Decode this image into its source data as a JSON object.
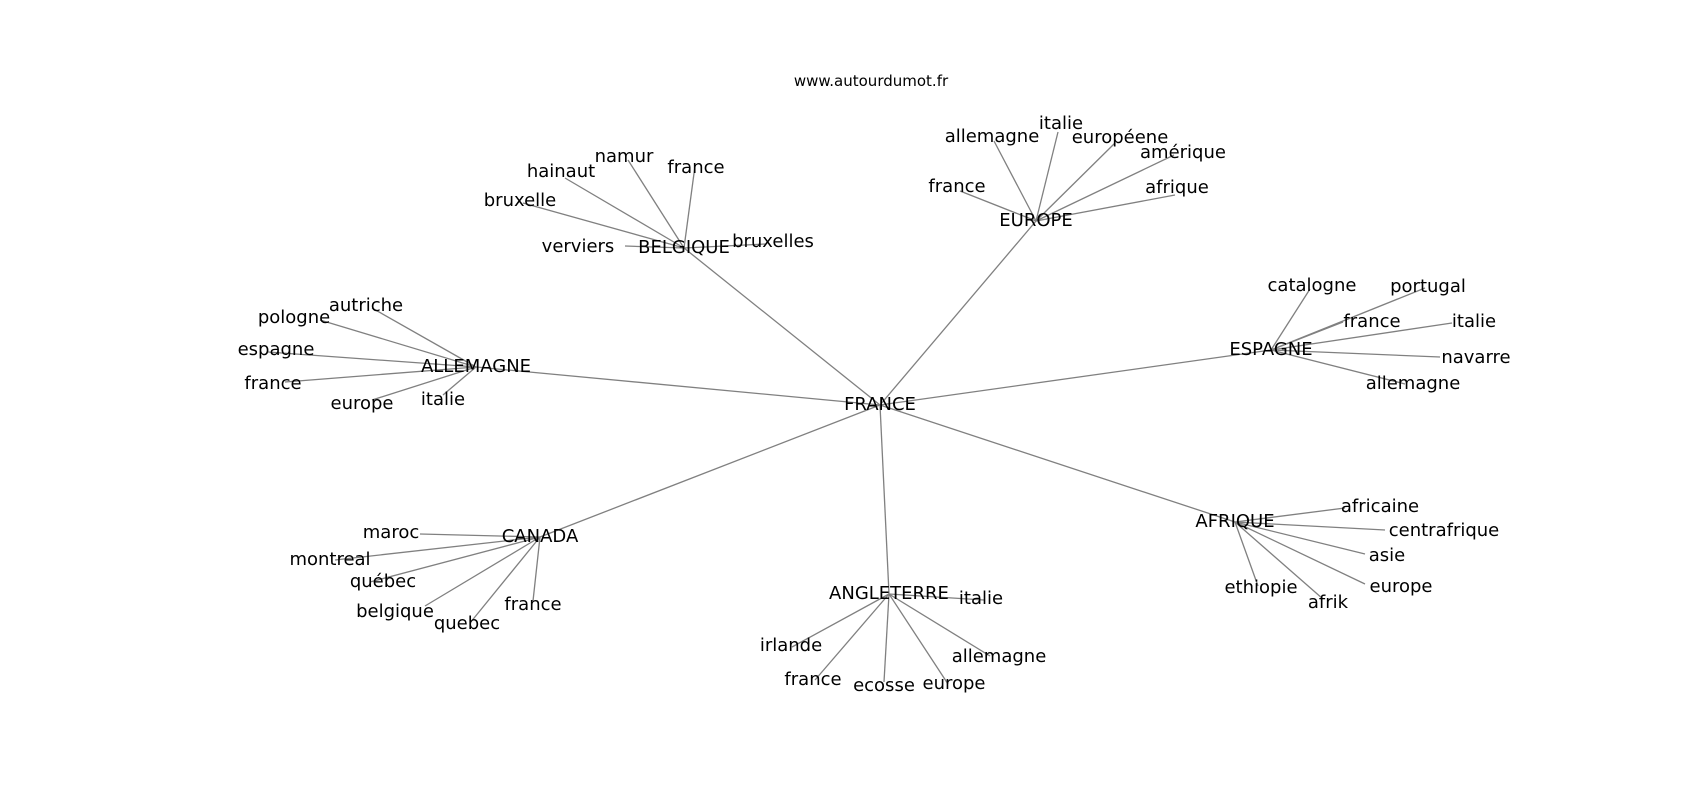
{
  "site": "www.autourdumot.fr",
  "colors": {
    "edge": "#808080",
    "text": "#000000",
    "background": "#ffffff"
  },
  "center": "FRANCE",
  "clusters": [
    {
      "name": "BELGIQUE",
      "leaves": [
        "namur",
        "france",
        "hainaut",
        "bruxelle",
        "verviers",
        "bruxelles"
      ]
    },
    {
      "name": "EUROPE",
      "leaves": [
        "italie",
        "allemagne",
        "européene",
        "amérique",
        "france",
        "afrique"
      ]
    },
    {
      "name": "ESPAGNE",
      "leaves": [
        "catalogne",
        "portugal",
        "france",
        "italie",
        "navarre",
        "allemagne"
      ]
    },
    {
      "name": "ALLEMAGNE",
      "leaves": [
        "autriche",
        "pologne",
        "espagne",
        "france",
        "europe",
        "italie"
      ]
    },
    {
      "name": "AFRIQUE",
      "leaves": [
        "africaine",
        "centrafrique",
        "asie",
        "europe",
        "ethiopie",
        "afrik"
      ]
    },
    {
      "name": "CANADA",
      "leaves": [
        "maroc",
        "montreal",
        "québec",
        "belgique",
        "quebec",
        "france"
      ]
    },
    {
      "name": "ANGLETERRE",
      "leaves": [
        "italie",
        "irlande",
        "france",
        "ecosse",
        "europe",
        "allemagne"
      ]
    }
  ]
}
